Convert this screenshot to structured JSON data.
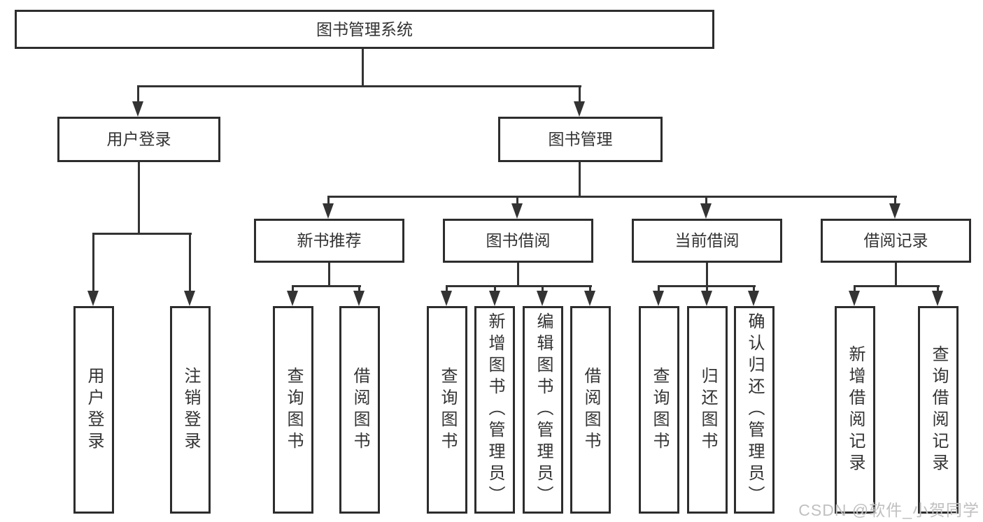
{
  "colors": {
    "background": "#ffffff",
    "fill": "#ffffff",
    "border": "#2d2d2d",
    "line": "#333333",
    "text": "#333333",
    "watermark": "#c0c0c0"
  },
  "tree": {
    "label": "图书管理系统",
    "children": [
      {
        "label": "用户登录",
        "children": [
          {
            "label": "用户登录"
          },
          {
            "label": "注销登录"
          }
        ]
      },
      {
        "label": "图书管理",
        "children": [
          {
            "label": "新书推荐",
            "children": [
              {
                "label": "查询图书"
              },
              {
                "label": "借阅图书"
              }
            ]
          },
          {
            "label": "图书借阅",
            "children": [
              {
                "label": "查询图书"
              },
              {
                "label": "新增图书（管理员）"
              },
              {
                "label": "编辑图书（管理员）"
              },
              {
                "label": "借阅图书"
              }
            ]
          },
          {
            "label": "当前借阅",
            "children": [
              {
                "label": "查询图书"
              },
              {
                "label": "归还图书"
              },
              {
                "label": "确认归还（管理员）"
              }
            ]
          },
          {
            "label": "借阅记录",
            "children": [
              {
                "label": "新增借阅记录"
              },
              {
                "label": "查询借阅记录"
              }
            ]
          }
        ]
      }
    ]
  },
  "watermark": {
    "text": "CSDN @软件_小贺同学"
  }
}
